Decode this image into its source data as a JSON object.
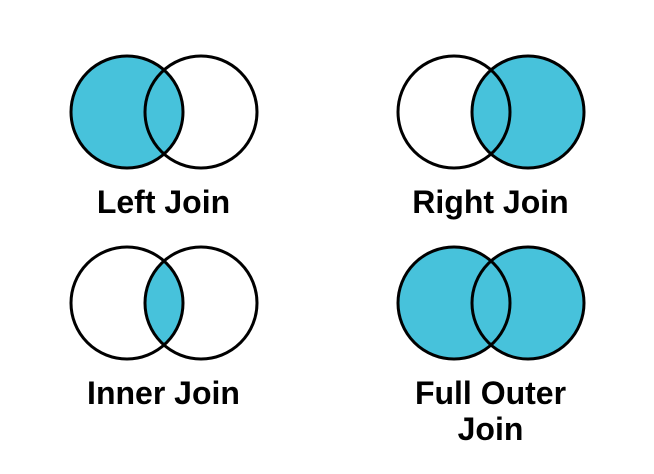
{
  "colors": {
    "highlight": "#47C2DB",
    "outline": "#000000",
    "text": "#000000",
    "background": "#FFFFFF"
  },
  "diagrams": [
    {
      "label": "Left Join",
      "shaded": "left"
    },
    {
      "label": "Right Join",
      "shaded": "right"
    },
    {
      "label": "Inner Join",
      "shaded": "intersection"
    },
    {
      "label": "Full Outer Join",
      "shaded": "both"
    }
  ]
}
